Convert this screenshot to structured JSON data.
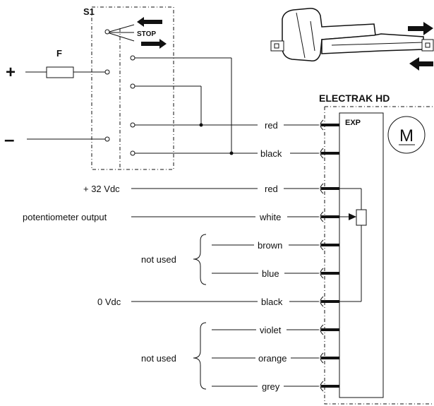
{
  "switch": {
    "label": "S1",
    "stop_label": "STOP"
  },
  "fuse": {
    "label": "F"
  },
  "supply": {
    "plus": "+",
    "minus": "–"
  },
  "actuator": {
    "title": "ELECTRAK HD",
    "board_label": "EXP",
    "motor_label": "M"
  },
  "terminals": {
    "plus32": "+ 32 Vdc",
    "pot_output": "potentiometer output",
    "zero": "0 Vdc",
    "not_used_1": "not used",
    "not_used_2": "not used"
  },
  "wires": {
    "red_motor": "red",
    "black_motor": "black",
    "red_pot": "red",
    "white": "white",
    "brown": "brown",
    "blue": "blue",
    "black_pot": "black",
    "violet": "violet",
    "orange": "orange",
    "grey": "grey"
  }
}
